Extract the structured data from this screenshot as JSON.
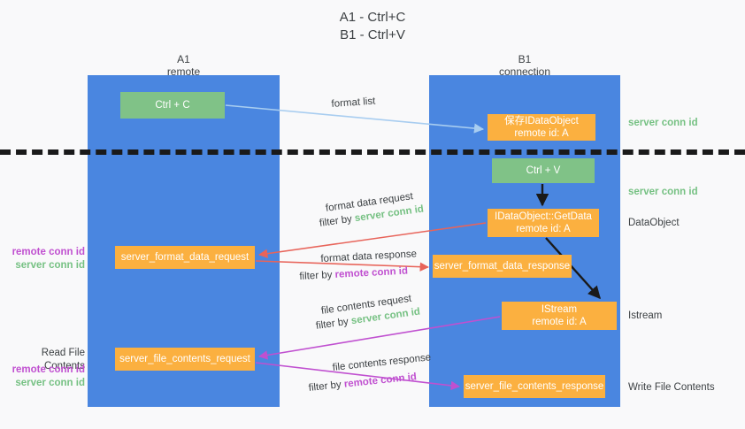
{
  "title": {
    "line1": "A1 - Ctrl+C",
    "line2": "B1 - Ctrl+V"
  },
  "columns": [
    {
      "id": "a1",
      "name": "A1",
      "role": "remote"
    },
    {
      "id": "b1",
      "name": "B1",
      "role": "connection"
    }
  ],
  "nodes": {
    "ctrl_c": {
      "label": "Ctrl + C",
      "color": "#80c287"
    },
    "ctrl_v": {
      "label": "Ctrl + V",
      "color": "#80c287"
    },
    "save_idataobject": {
      "line1": "保存IDataObject",
      "line2": "remote id: A",
      "color": "#fbb040"
    },
    "getdata": {
      "line1": "IDataObject::GetData",
      "line2": "remote id: A",
      "color": "#fbb040"
    },
    "istream": {
      "line1": "IStream",
      "line2": "remote id: A",
      "color": "#fbb040"
    },
    "format_data_request": {
      "label": "server_format_data_request",
      "color": "#fbb040"
    },
    "format_data_response": {
      "label": "server_format_data_response",
      "color": "#fbb040"
    },
    "file_contents_request": {
      "label": "server_file_contents_request",
      "color": "#fbb040"
    },
    "file_contents_response": {
      "label": "server_file_contents_response",
      "color": "#fbb040"
    }
  },
  "edge_labels": {
    "format_list": "format list",
    "format_data_request": "format data request",
    "format_data_response": "format data response",
    "file_contents_request": "file contents request",
    "file_contents_response": "file contents response",
    "filter_by": "filter by ",
    "server_conn_id": "server conn id",
    "remote_conn_id": "remote conn id"
  },
  "annotations": {
    "right": [
      {
        "id": "server-conn-1",
        "text": "server conn id",
        "kind": "green"
      },
      {
        "id": "server-conn-2",
        "text": "server conn id",
        "kind": "green"
      },
      {
        "id": "dataobject",
        "text": "DataObject",
        "kind": "plain"
      },
      {
        "id": "istream",
        "text": "Istream",
        "kind": "plain"
      },
      {
        "id": "writefile",
        "text": "Write File Contents",
        "kind": "plain"
      }
    ],
    "left": {
      "read_file_contents": "Read File Contents",
      "remote_conn_id": "remote conn id",
      "server_conn_id": "server conn id"
    }
  },
  "colors": {
    "lane_blue": "#4a86e0",
    "node_green": "#80c287",
    "node_orange": "#fbb040",
    "arrow_light_blue": "#a8cdf0",
    "arrow_red": "#e8645a",
    "arrow_magenta": "#c050d0",
    "arrow_black": "#1a1a1a",
    "text_green": "#76c183",
    "text_purple": "#c050d0",
    "background": "#f9f9fa"
  }
}
